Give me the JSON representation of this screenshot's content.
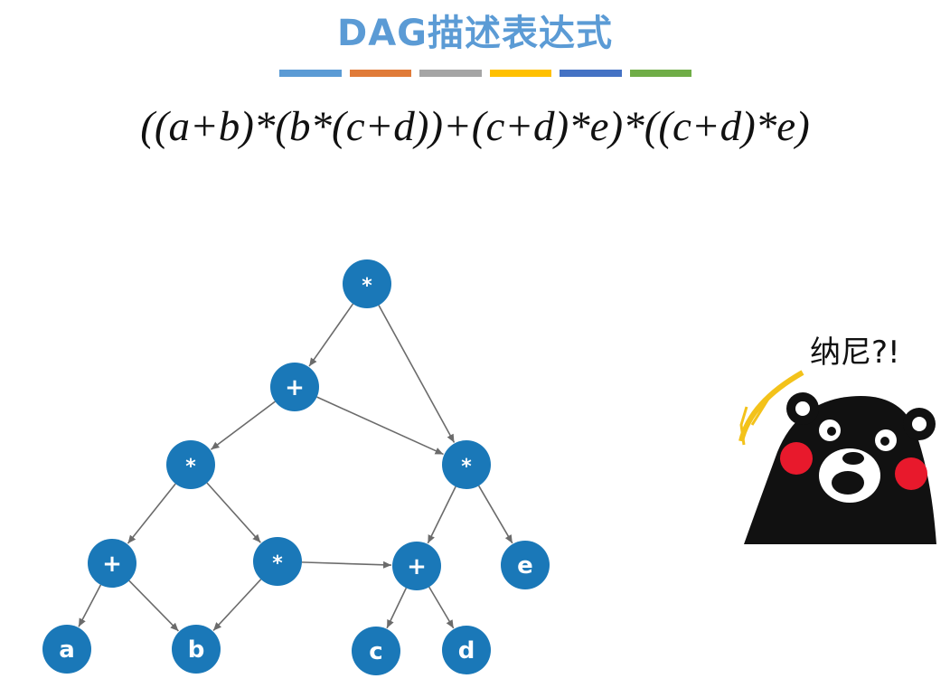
{
  "title": "DAG描述表达式",
  "stripe_colors": [
    "#5b9bd5",
    "#e07b39",
    "#a5a5a5",
    "#ffc000",
    "#4472c4",
    "#70ad47"
  ],
  "expression": "((a+b)*(b*(c+d))+(c+d)*e)*((c+d)*e)",
  "colors": {
    "title": "#5b9bd5",
    "node": "#1a78b8",
    "edge": "#6b6b6b",
    "node_text": "#ffffff"
  },
  "nodes": [
    {
      "id": "n1",
      "label": "*"
    },
    {
      "id": "n2",
      "label": "+"
    },
    {
      "id": "n3",
      "label": "*"
    },
    {
      "id": "n4",
      "label": "*"
    },
    {
      "id": "n5",
      "label": "+"
    },
    {
      "id": "n6",
      "label": "*"
    },
    {
      "id": "n7",
      "label": "+"
    },
    {
      "id": "n8",
      "label": "e"
    },
    {
      "id": "n9",
      "label": "a"
    },
    {
      "id": "n10",
      "label": "b"
    },
    {
      "id": "n11",
      "label": "c"
    },
    {
      "id": "n12",
      "label": "d"
    }
  ],
  "edges": [
    [
      "n1",
      "n2"
    ],
    [
      "n1",
      "n4"
    ],
    [
      "n2",
      "n3"
    ],
    [
      "n2",
      "n4"
    ],
    [
      "n3",
      "n5"
    ],
    [
      "n3",
      "n6"
    ],
    [
      "n4",
      "n7"
    ],
    [
      "n4",
      "n8"
    ],
    [
      "n5",
      "n9"
    ],
    [
      "n5",
      "n10"
    ],
    [
      "n6",
      "n10"
    ],
    [
      "n6",
      "n7"
    ],
    [
      "n7",
      "n11"
    ],
    [
      "n7",
      "n12"
    ]
  ],
  "mascot": {
    "speech": "纳尼?!",
    "icon": "kumamon-mascot-icon"
  }
}
